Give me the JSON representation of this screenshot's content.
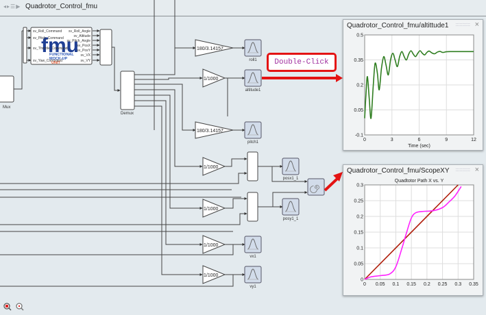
{
  "toolbar": {
    "nav_icons": [
      "back-icon",
      "forward-icon",
      "list-icon",
      "play-arrow-icon"
    ],
    "breadcrumb": "Quadrotor_Control_fmu"
  },
  "diagram": {
    "mux_label": "Mux",
    "demux_label": "Demux",
    "fmu": {
      "logo": "fmu",
      "subtitle_1": "FUNCTIONAL",
      "subtitle_2": "MOCK-UP",
      "subtitle_3": "UNIT",
      "inputs": [
        "sv_Roll_Command",
        "sv_Pitch_Command",
        "sv_Throttle_Command",
        "sv_Yaw_Command"
      ],
      "outputs": [
        "sv_Roll_Angle",
        "sv_Altitude",
        "sv_Pitch_Angle",
        "sv_PosX",
        "sv_PosY",
        "sv_VX",
        "sv_VY"
      ]
    },
    "gains": {
      "roll": "180/3.14157",
      "altitude": "1/1000",
      "pitch": "180/3.14157",
      "posx": "1/1000",
      "posy": "1/1000",
      "vx": "1/1000",
      "vy": "1/1000"
    },
    "scopes": {
      "roll": "roll1",
      "altitude": "altitude1",
      "pitch": "pitch1",
      "posx": "posx1_1",
      "posy": "posy1_1",
      "vx": "vx1",
      "vy": "vy1"
    },
    "callout": "Double-Click",
    "accent_red": "#e41313"
  },
  "scope_altitude": {
    "title": "Quadrotor_Control_fmu/altittude1",
    "close": "×",
    "chart_data": {
      "type": "line",
      "title": "",
      "xlabel": "Time (sec)",
      "ylabel": "",
      "xlim": [
        0,
        12
      ],
      "ylim": [
        -0.1,
        0.5
      ],
      "xticks": [
        "0",
        "3",
        "6",
        "9",
        "12"
      ],
      "yticks": [
        "-0.1",
        "0.05",
        "0.2",
        "0.35",
        "0.5"
      ],
      "grid": true,
      "color": "#2e7d1f",
      "series": [
        {
          "name": "altitude",
          "x": [
            0,
            0.15,
            0.3,
            0.5,
            0.7,
            0.95,
            1.15,
            1.4,
            1.6,
            1.85,
            2.1,
            2.35,
            2.6,
            2.85,
            3.1,
            3.35,
            3.6,
            3.85,
            4.1,
            4.35,
            4.6,
            4.85,
            5.1,
            5.35,
            5.6,
            5.85,
            6.1,
            6.35,
            6.6,
            6.85,
            7.1,
            7.4,
            7.7,
            8.0,
            8.3,
            8.6,
            9.0,
            9.5,
            10,
            11,
            12
          ],
          "y": [
            0.0,
            0.15,
            0.25,
            0.12,
            0.0,
            0.2,
            0.33,
            0.27,
            0.17,
            0.3,
            0.37,
            0.32,
            0.26,
            0.35,
            0.39,
            0.35,
            0.31,
            0.37,
            0.4,
            0.37,
            0.35,
            0.385,
            0.405,
            0.385,
            0.37,
            0.39,
            0.405,
            0.39,
            0.38,
            0.395,
            0.403,
            0.392,
            0.387,
            0.397,
            0.401,
            0.395,
            0.399,
            0.4,
            0.4,
            0.4,
            0.4
          ]
        }
      ]
    }
  },
  "scope_xy": {
    "title": "Quadrotor_Control_fmu/ScopeXY",
    "close": "×",
    "chart_data": {
      "type": "line",
      "title": "Quadtotor Path X vs. Y",
      "xlabel": "",
      "ylabel": "",
      "xlim": [
        0,
        0.35
      ],
      "ylim": [
        0,
        0.3
      ],
      "xticks": [
        "0",
        "0.05",
        "0.1",
        "0.15",
        "0.2",
        "0.25",
        "0.3",
        "0.35"
      ],
      "yticks": [
        "0",
        "0.05",
        "0.1",
        "0.15",
        "0.2",
        "0.25",
        "0.3"
      ],
      "grid": true,
      "series": [
        {
          "name": "reference",
          "color": "#b01e0a",
          "x": [
            0,
            0.3
          ],
          "y": [
            0,
            0.3
          ]
        },
        {
          "name": "path",
          "color": "#ff22ff",
          "x": [
            0,
            0.02,
            0.05,
            0.08,
            0.1,
            0.12,
            0.135,
            0.15,
            0.165,
            0.19,
            0.22,
            0.25,
            0.27,
            0.29,
            0.31
          ],
          "y": [
            0,
            0.008,
            0.012,
            0.017,
            0.04,
            0.1,
            0.15,
            0.195,
            0.212,
            0.216,
            0.218,
            0.228,
            0.245,
            0.265,
            0.295
          ]
        }
      ]
    }
  },
  "bottom_toolbar": {
    "icons": [
      "zoom-in-icon",
      "zoom-fit-icon"
    ]
  }
}
